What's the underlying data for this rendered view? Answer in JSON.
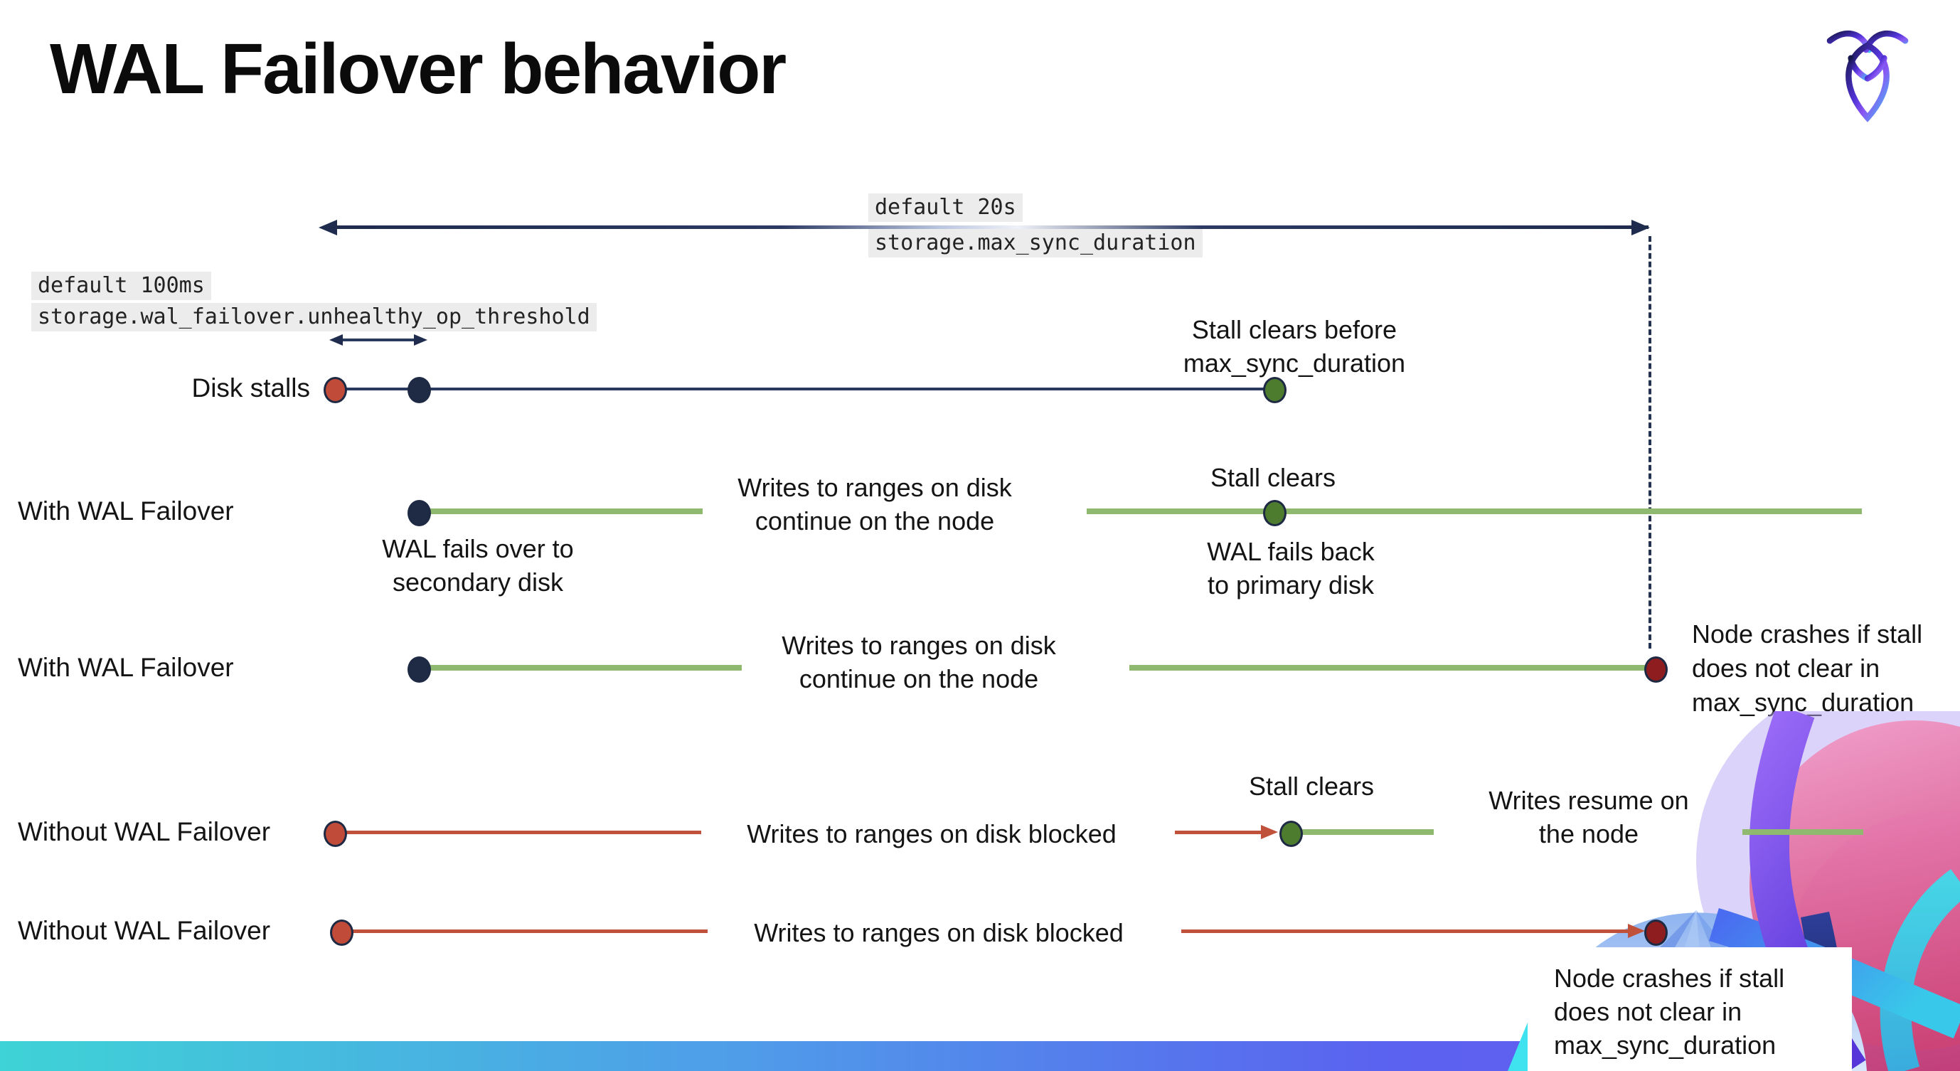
{
  "title": "WAL Failover behavior",
  "logo_name": "cockroachdb-logo",
  "settings": {
    "max_sync": {
      "default_label": "default 20s",
      "setting_name": "storage.max_sync_duration"
    },
    "unhealthy_op": {
      "default_label": "default 100ms",
      "setting_name": "storage.wal_failover.unhealthy_op_threshold"
    }
  },
  "rows": [
    {
      "label": "Disk stalls",
      "stall_note": "Stall clears before\nmax_sync_duration"
    },
    {
      "label": "With WAL Failover",
      "failover_note": "WAL fails over to\nsecondary disk",
      "writes_note": "Writes to ranges on disk\ncontinue on the node",
      "stall_note": "Stall clears",
      "failback_note": "WAL fails  back\nto primary disk"
    },
    {
      "label": "With WAL Failover",
      "writes_note": "Writes to ranges on disk\ncontinue on the node",
      "crash_note": "Node crashes if stall\ndoes not clear in\nmax_sync_duration"
    },
    {
      "label": "Without WAL Failover",
      "writes_note": "Writes to ranges on disk  blocked",
      "stall_note": "Stall clears",
      "resume_note": "Writes resume on\nthe node"
    },
    {
      "label": "Without WAL Failover",
      "writes_note": "Writes to ranges on disk  blocked",
      "crash_note": "Node crashes if stall\ndoes not clear in\nmax_sync_duration"
    }
  ],
  "colors": {
    "navy": "#1f2c4e",
    "green_line": "#8fb96e",
    "green_dot": "#4e7c2f",
    "red_line": "#c0523c",
    "red_dot": "#bf4b38",
    "maroon_dot": "#8e1d1f",
    "code_background": "#ececec",
    "bar_gradient": [
      "#3ed3d6",
      "#4f9ce9",
      "#5a63ef",
      "#6d54f1"
    ]
  }
}
